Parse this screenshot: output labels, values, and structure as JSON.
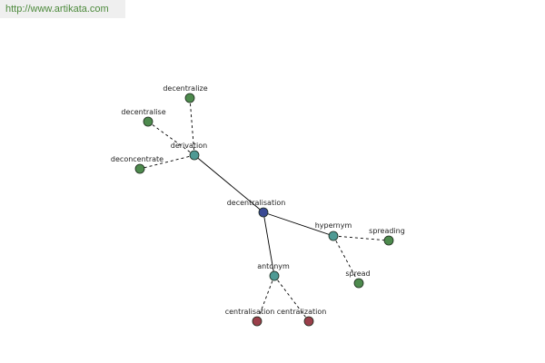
{
  "site_url": "http://www.artikata.com",
  "colors": {
    "center": "#3a4a94",
    "relation": "#4f9a94",
    "word": "#4d8a4d",
    "antonym_word": "#9a3f4a",
    "url_text": "#4d8a3c",
    "url_bg": "#efefef"
  },
  "nodes": [
    {
      "id": "decentralisation",
      "label": "decentralisation",
      "kind": "center"
    },
    {
      "id": "derivation",
      "label": "derivation",
      "kind": "relation"
    },
    {
      "id": "hypernym",
      "label": "hypernym",
      "kind": "relation"
    },
    {
      "id": "antonym",
      "label": "antonym",
      "kind": "relation"
    },
    {
      "id": "decentralize",
      "label": "decentralize",
      "kind": "word"
    },
    {
      "id": "decentralise",
      "label": "decentralise",
      "kind": "word"
    },
    {
      "id": "deconcentrate",
      "label": "deconcentrate",
      "kind": "word"
    },
    {
      "id": "spreading",
      "label": "spreading",
      "kind": "word"
    },
    {
      "id": "spread",
      "label": "spread",
      "kind": "word"
    },
    {
      "id": "centralisation",
      "label": "centralisation",
      "kind": "antonym_word"
    },
    {
      "id": "centralization",
      "label": "centralization",
      "kind": "antonym_word"
    }
  ],
  "edges": [
    {
      "from": "decentralisation",
      "to": "derivation",
      "style": "solid"
    },
    {
      "from": "decentralisation",
      "to": "hypernym",
      "style": "solid"
    },
    {
      "from": "decentralisation",
      "to": "antonym",
      "style": "solid"
    },
    {
      "from": "derivation",
      "to": "decentralize",
      "style": "dashed"
    },
    {
      "from": "derivation",
      "to": "decentralise",
      "style": "dashed"
    },
    {
      "from": "derivation",
      "to": "deconcentrate",
      "style": "dashed"
    },
    {
      "from": "hypernym",
      "to": "spreading",
      "style": "dashed"
    },
    {
      "from": "hypernym",
      "to": "spread",
      "style": "dashed"
    },
    {
      "from": "antonym",
      "to": "centralisation",
      "style": "dashed"
    },
    {
      "from": "antonym",
      "to": "centralization",
      "style": "dashed"
    }
  ]
}
